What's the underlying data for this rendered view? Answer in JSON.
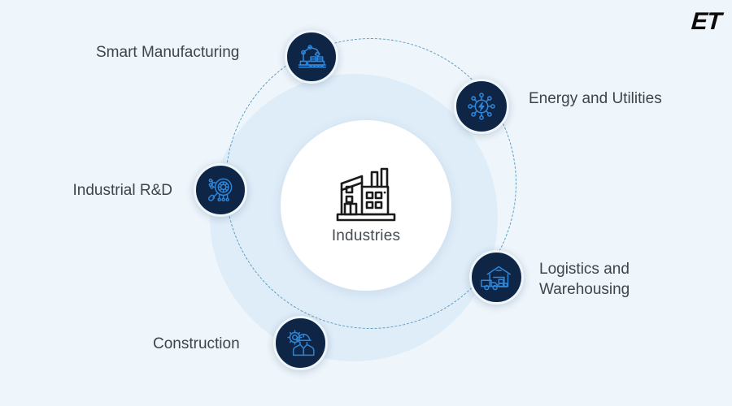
{
  "brand": {
    "logo_text": "ET"
  },
  "center": {
    "label": "Industries",
    "icon": "factory-icon"
  },
  "colors": {
    "background": "#eef5fb",
    "ring_fill": "#dfedf9",
    "dashed_ring": "#5a9cbf",
    "center_fill": "#ffffff",
    "node_fill": "#0e2546",
    "icon_stroke": "#2f86d8",
    "label_text": "#3d444b"
  },
  "nodes": [
    {
      "id": "smart-manufacturing",
      "label": "Smart Manufacturing",
      "icon": "robot-arm-conveyor-icon"
    },
    {
      "id": "energy-and-utilities",
      "label": "Energy and Utilities",
      "icon": "energy-network-bolt-icon"
    },
    {
      "id": "industrial-rnd",
      "label": "Industrial R&D",
      "icon": "magnifier-gear-circuit-icon"
    },
    {
      "id": "logistics-and-warehousing",
      "label": "Logistics and\nWarehousing",
      "icon": "warehouse-truck-icon"
    },
    {
      "id": "construction",
      "label": "Construction",
      "icon": "worker-helmet-gear-icon"
    }
  ]
}
